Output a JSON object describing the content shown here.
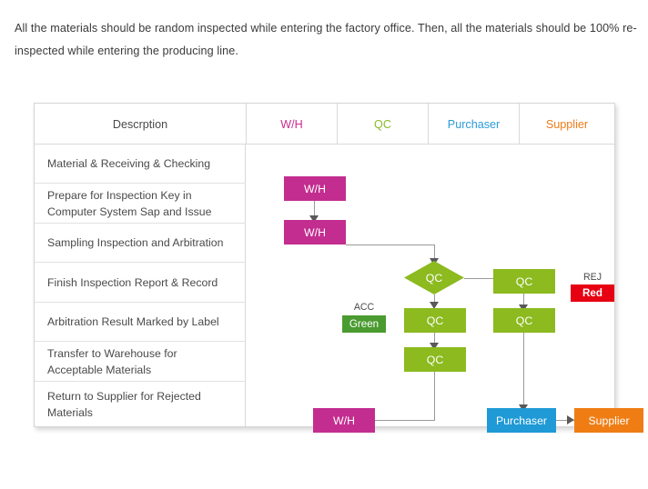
{
  "intro": {
    "text": "All the materials should be random inspected while entering the factory office. Then, all the materials should be 100% re-inspected while entering the producing line."
  },
  "table": {
    "headers": [
      {
        "label": "Descrption",
        "color": "#4a4a4a"
      },
      {
        "label": "W/H",
        "color": "#cc2c92"
      },
      {
        "label": "QC",
        "color": "#89bb27"
      },
      {
        "label": "Purchaser",
        "color": "#2b9bd9"
      },
      {
        "label": "Supplier",
        "color": "#ee7b18"
      }
    ],
    "rows": [
      {
        "label": "Material & Receiving & Checking"
      },
      {
        "label": "Prepare for Inspection Key in Computer System Sap and Issue"
      },
      {
        "label": "Sampling Inspection and Arbitration"
      },
      {
        "label": "Finish Inspection Report & Record"
      },
      {
        "label": "Arbitration  Result Marked by Label"
      },
      {
        "label": "Transfer to Warehouse for Acceptable Materials"
      },
      {
        "label": "Return to Supplier for Rejected Materials"
      }
    ]
  },
  "flow": {
    "nodes": {
      "wh_receive": "W/H",
      "wh_prepare": "W/H",
      "qc_decision": "QC",
      "qc_right_top": "QC",
      "qc_right_bottom": "QC",
      "qc_center_mid": "QC",
      "qc_center_bottom": "QC",
      "wh_warehouse": "W/H",
      "purchaser": "Purchaser",
      "supplier": "Supplier",
      "label_red": "Red",
      "label_green": "Green"
    },
    "tags": {
      "acc": "ACC",
      "rej": "REJ"
    },
    "colors": {
      "wh": "#c32d8f",
      "qc": "#8cba1f",
      "purchaser": "#1f9ad6",
      "supplier": "#ef7d14",
      "rejected": "#e60012",
      "accepted": "#4a9b30",
      "connector": "#9a9a9a"
    }
  }
}
